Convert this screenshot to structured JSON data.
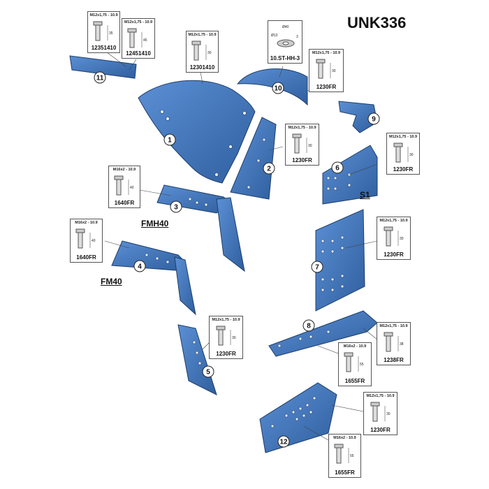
{
  "title": "UNK336",
  "colors": {
    "part_fill": "#3f73b8",
    "part_stroke": "#1e3e6a",
    "hole": "#e8eef6"
  },
  "groups": {
    "fmh40": "FMH40",
    "fm40": "FM40",
    "s1": "S1"
  },
  "parts": {
    "p1": "1",
    "p2": "2",
    "p3": "3",
    "p4": "4",
    "p5": "5",
    "p6": "6",
    "p7": "7",
    "p8": "8",
    "p9": "9",
    "p10": "10",
    "p11": "11",
    "p12": "12"
  },
  "bolts": {
    "b12351410": {
      "spec": "M12x1,75 - 10.9",
      "code": "12351410",
      "length": "35"
    },
    "b12451410": {
      "spec": "M12x1,75 - 10.9",
      "code": "12451410",
      "length": "45"
    },
    "b12301410": {
      "spec": "M12x1,75 - 10.9",
      "code": "12301410",
      "length": "30"
    },
    "washer": {
      "code": "10.ST-HH-3",
      "d_outer": "Ø40",
      "d_inner": "Ø13",
      "thick": "3"
    },
    "b1230FR_10": {
      "spec": "M12x1,75 - 10.9",
      "code": "1230FR",
      "length": "30"
    },
    "b1230FR_2": {
      "spec": "M12x1,75 - 10.9",
      "code": "1230FR",
      "length": "30"
    },
    "b1230FR_6": {
      "spec": "M12x1,75 - 10.9",
      "code": "1230FR",
      "length": "30"
    },
    "b1640FR_3": {
      "spec": "M16x2 - 10.9",
      "code": "1640FR",
      "length": "40"
    },
    "b1640FR_4": {
      "spec": "M16x2 - 10.9",
      "code": "1640FR",
      "length": "40"
    },
    "b1230FR_7": {
      "spec": "M12x1,75 - 10.9",
      "code": "1230FR",
      "length": "30"
    },
    "b1230FR_5": {
      "spec": "M12x1,75 - 10.9",
      "code": "1230FR",
      "length": "30"
    },
    "b1238FR": {
      "spec": "M12x1,75 - 10.9",
      "code": "1238FR",
      "length": "38"
    },
    "b1655FR_8": {
      "spec": "M16x2 - 10.9",
      "code": "1655FR",
      "length": "55"
    },
    "b1230FR_12": {
      "spec": "M12x1,75 - 10.9",
      "code": "1230FR",
      "length": "30"
    },
    "b1655FR_12": {
      "spec": "M16x2 - 10.9",
      "code": "1655FR",
      "length": "55"
    }
  }
}
